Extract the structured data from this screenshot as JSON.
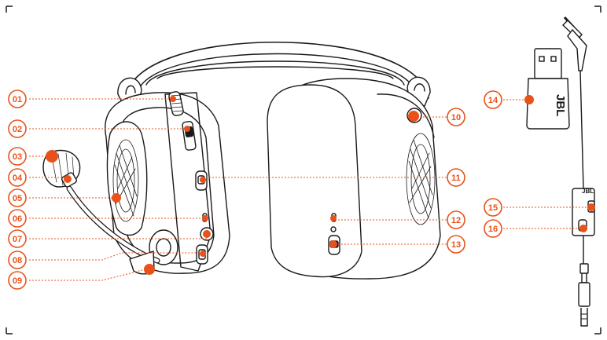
{
  "colors": {
    "accent": "#e8521a",
    "ink": "#1a1a1a",
    "paper": "#ffffff"
  },
  "callouts": [
    {
      "id": "01"
    },
    {
      "id": "02"
    },
    {
      "id": "03"
    },
    {
      "id": "04"
    },
    {
      "id": "05"
    },
    {
      "id": "06"
    },
    {
      "id": "07"
    },
    {
      "id": "08"
    },
    {
      "id": "09"
    },
    {
      "id": "10"
    },
    {
      "id": "11"
    },
    {
      "id": "12"
    },
    {
      "id": "13"
    },
    {
      "id": "14"
    },
    {
      "id": "15"
    },
    {
      "id": "16"
    }
  ],
  "dongle": {
    "brand": "JBL"
  },
  "cable_box": {
    "brand": "JBL"
  }
}
